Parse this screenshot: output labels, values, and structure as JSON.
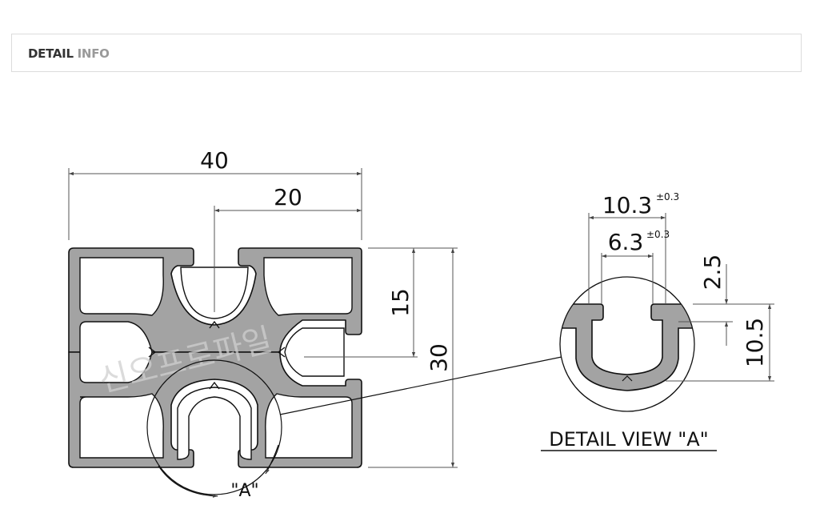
{
  "header": {
    "title_part1": "DETAIL",
    "title_part2": "INFO"
  },
  "dimensions": {
    "overall_width": "40",
    "half_width": "20",
    "half_height": "15",
    "overall_height": "30",
    "slot_outer_width": "10.3",
    "slot_outer_tol": "±0.3",
    "slot_inner_width": "6.3",
    "slot_inner_tol": "±0.3",
    "lip_thickness": "2.5",
    "slot_depth": "10.5"
  },
  "labels": {
    "detail_marker": "\"A\"",
    "detail_view": "DETAIL VIEW \"A\""
  },
  "watermark": {
    "text": "신오프로파일"
  },
  "colors": {
    "profile_fill": "#a3a3a3",
    "outline": "#111111",
    "dim_line": "#444444",
    "watermark": "#d0d0d0"
  }
}
